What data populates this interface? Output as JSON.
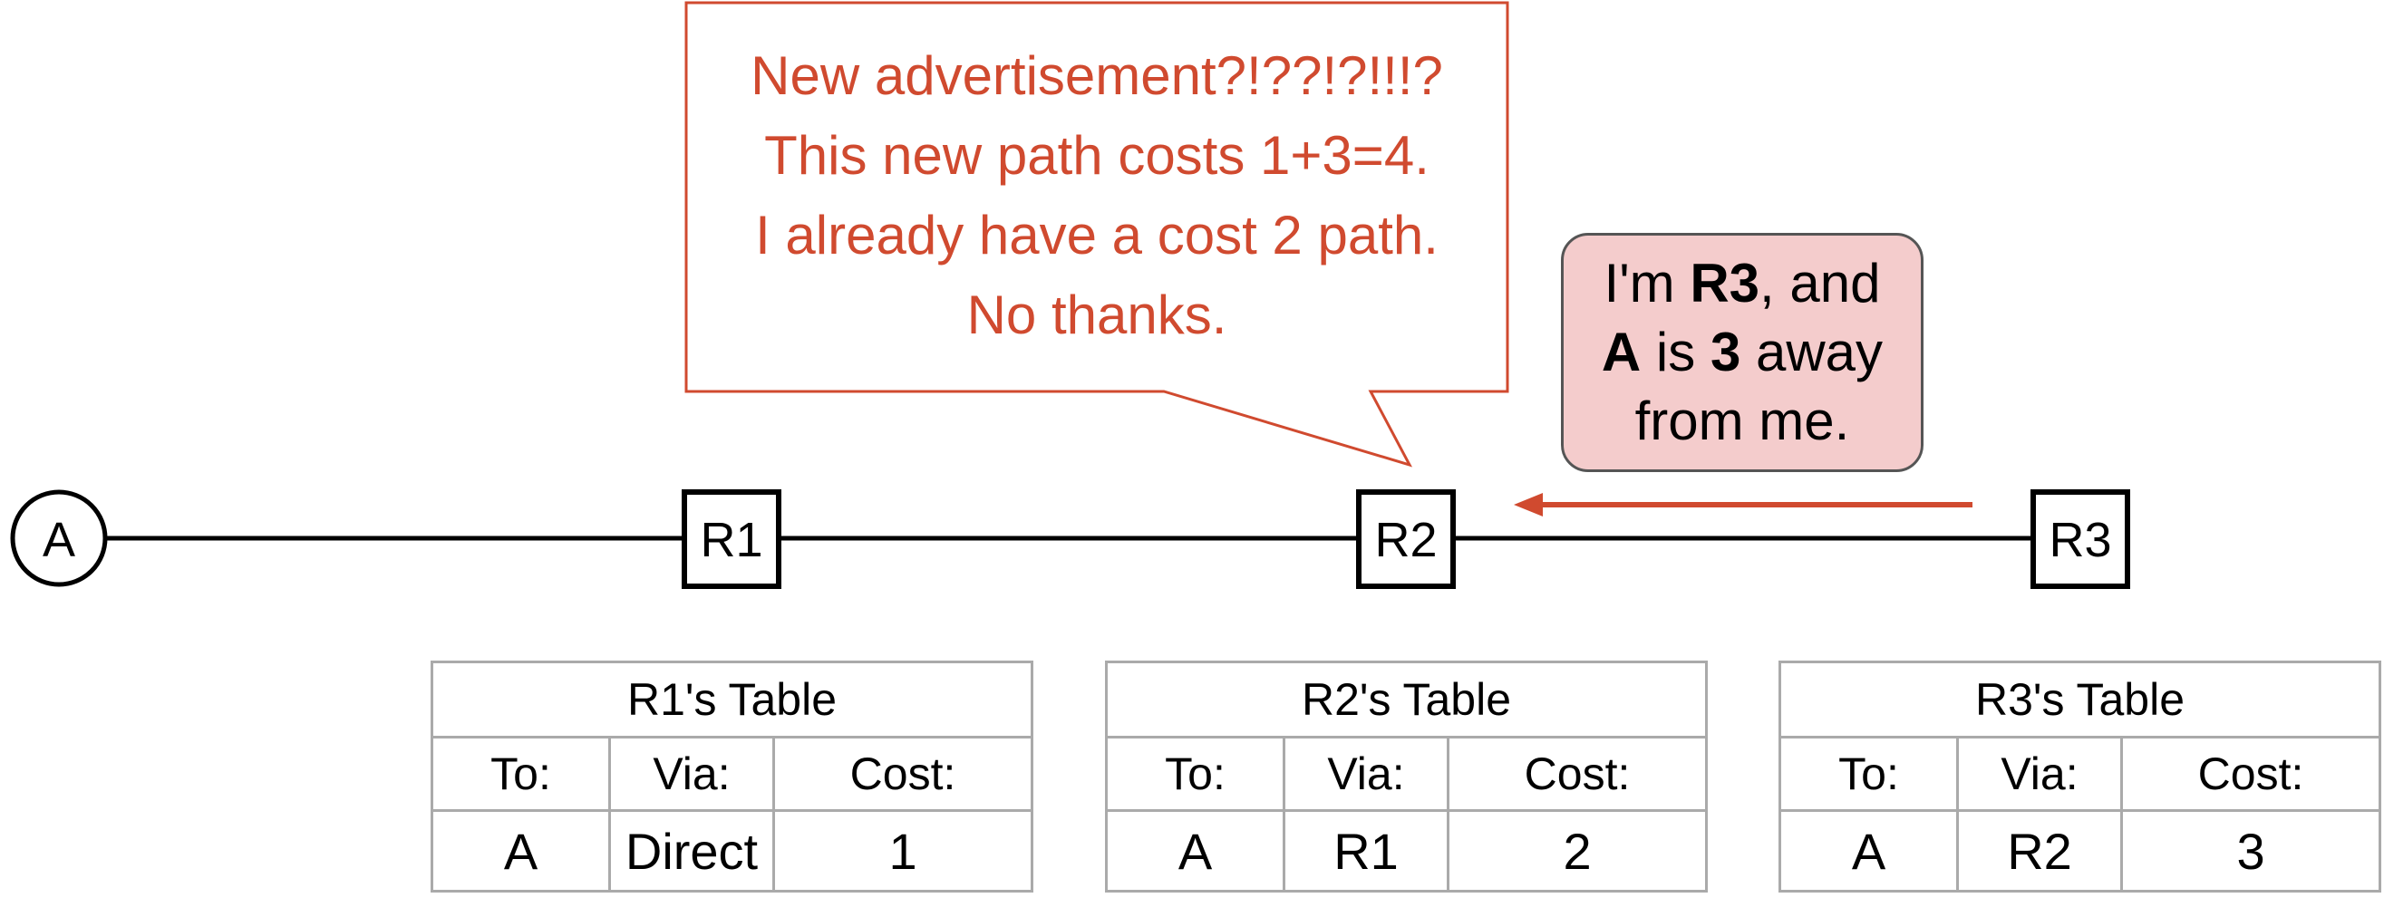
{
  "nodes": {
    "a": "A",
    "r1": "R1",
    "r2": "R2",
    "r3": "R3"
  },
  "speech_bubble": {
    "lines": [
      "New advertisement?!??!?!!!?",
      "This new path costs 1+3=4.",
      "I already have a cost 2 path.",
      "No thanks."
    ]
  },
  "advertisement": {
    "line1_pre": "I'm ",
    "line1_bold": "R3",
    "line1_post": ", and",
    "line2_bold1": "A",
    "line2_mid": " is ",
    "line2_bold2": "3",
    "line2_post": " away",
    "line3": "from me."
  },
  "tables": [
    {
      "title": "R1's Table",
      "headers": [
        "To:",
        "Via:",
        "Cost:"
      ],
      "row": [
        "A",
        "Direct",
        "1"
      ]
    },
    {
      "title": "R2's Table",
      "headers": [
        "To:",
        "Via:",
        "Cost:"
      ],
      "row": [
        "A",
        "R1",
        "2"
      ]
    },
    {
      "title": "R3's Table",
      "headers": [
        "To:",
        "Via:",
        "Cost:"
      ],
      "row": [
        "A",
        "R2",
        "3"
      ]
    }
  ],
  "colors": {
    "accent": "#d04a2f",
    "message_fill": "#f4cccc",
    "table_border": "#aaaaaa"
  }
}
